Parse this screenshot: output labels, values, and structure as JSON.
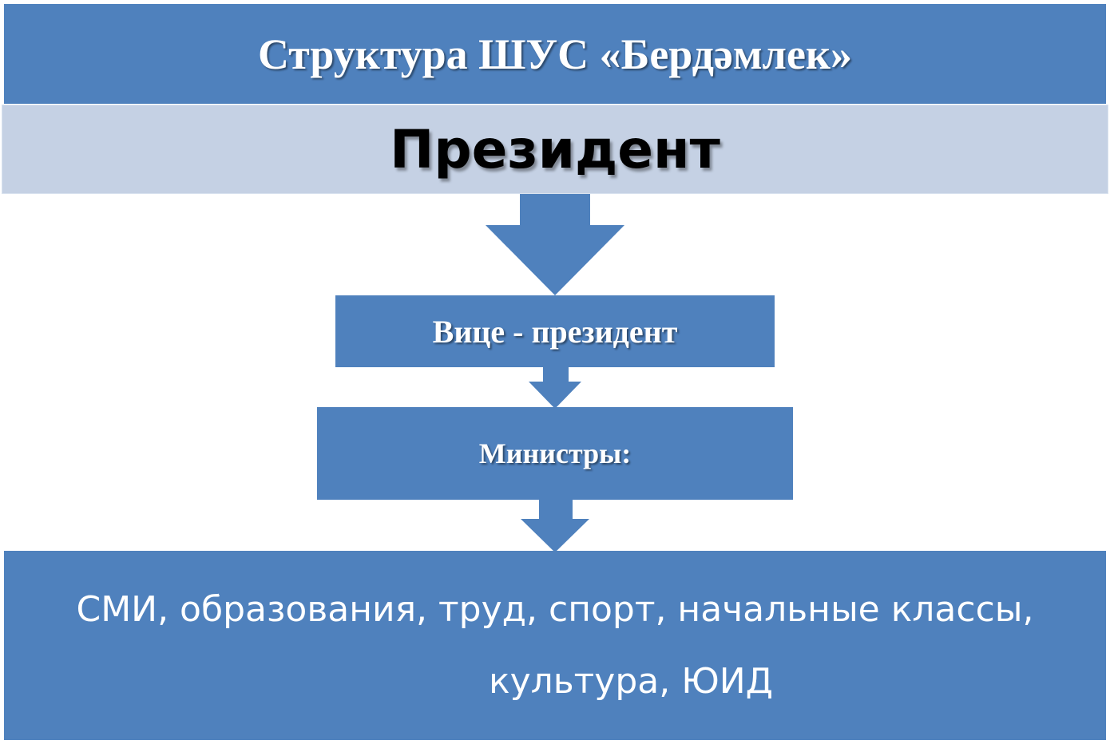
{
  "title": "Структура ШУС «Бердәмлек»",
  "president": "Президент",
  "vice_president": "Вице - президент",
  "ministers": "Министры:",
  "ministries": {
    "line1": "СМИ, образования, труд, спорт, начальные классы,",
    "line2": "культура, ЮИД"
  },
  "colors": {
    "primary": "#4f81bd",
    "band": "#c5d1e4"
  }
}
